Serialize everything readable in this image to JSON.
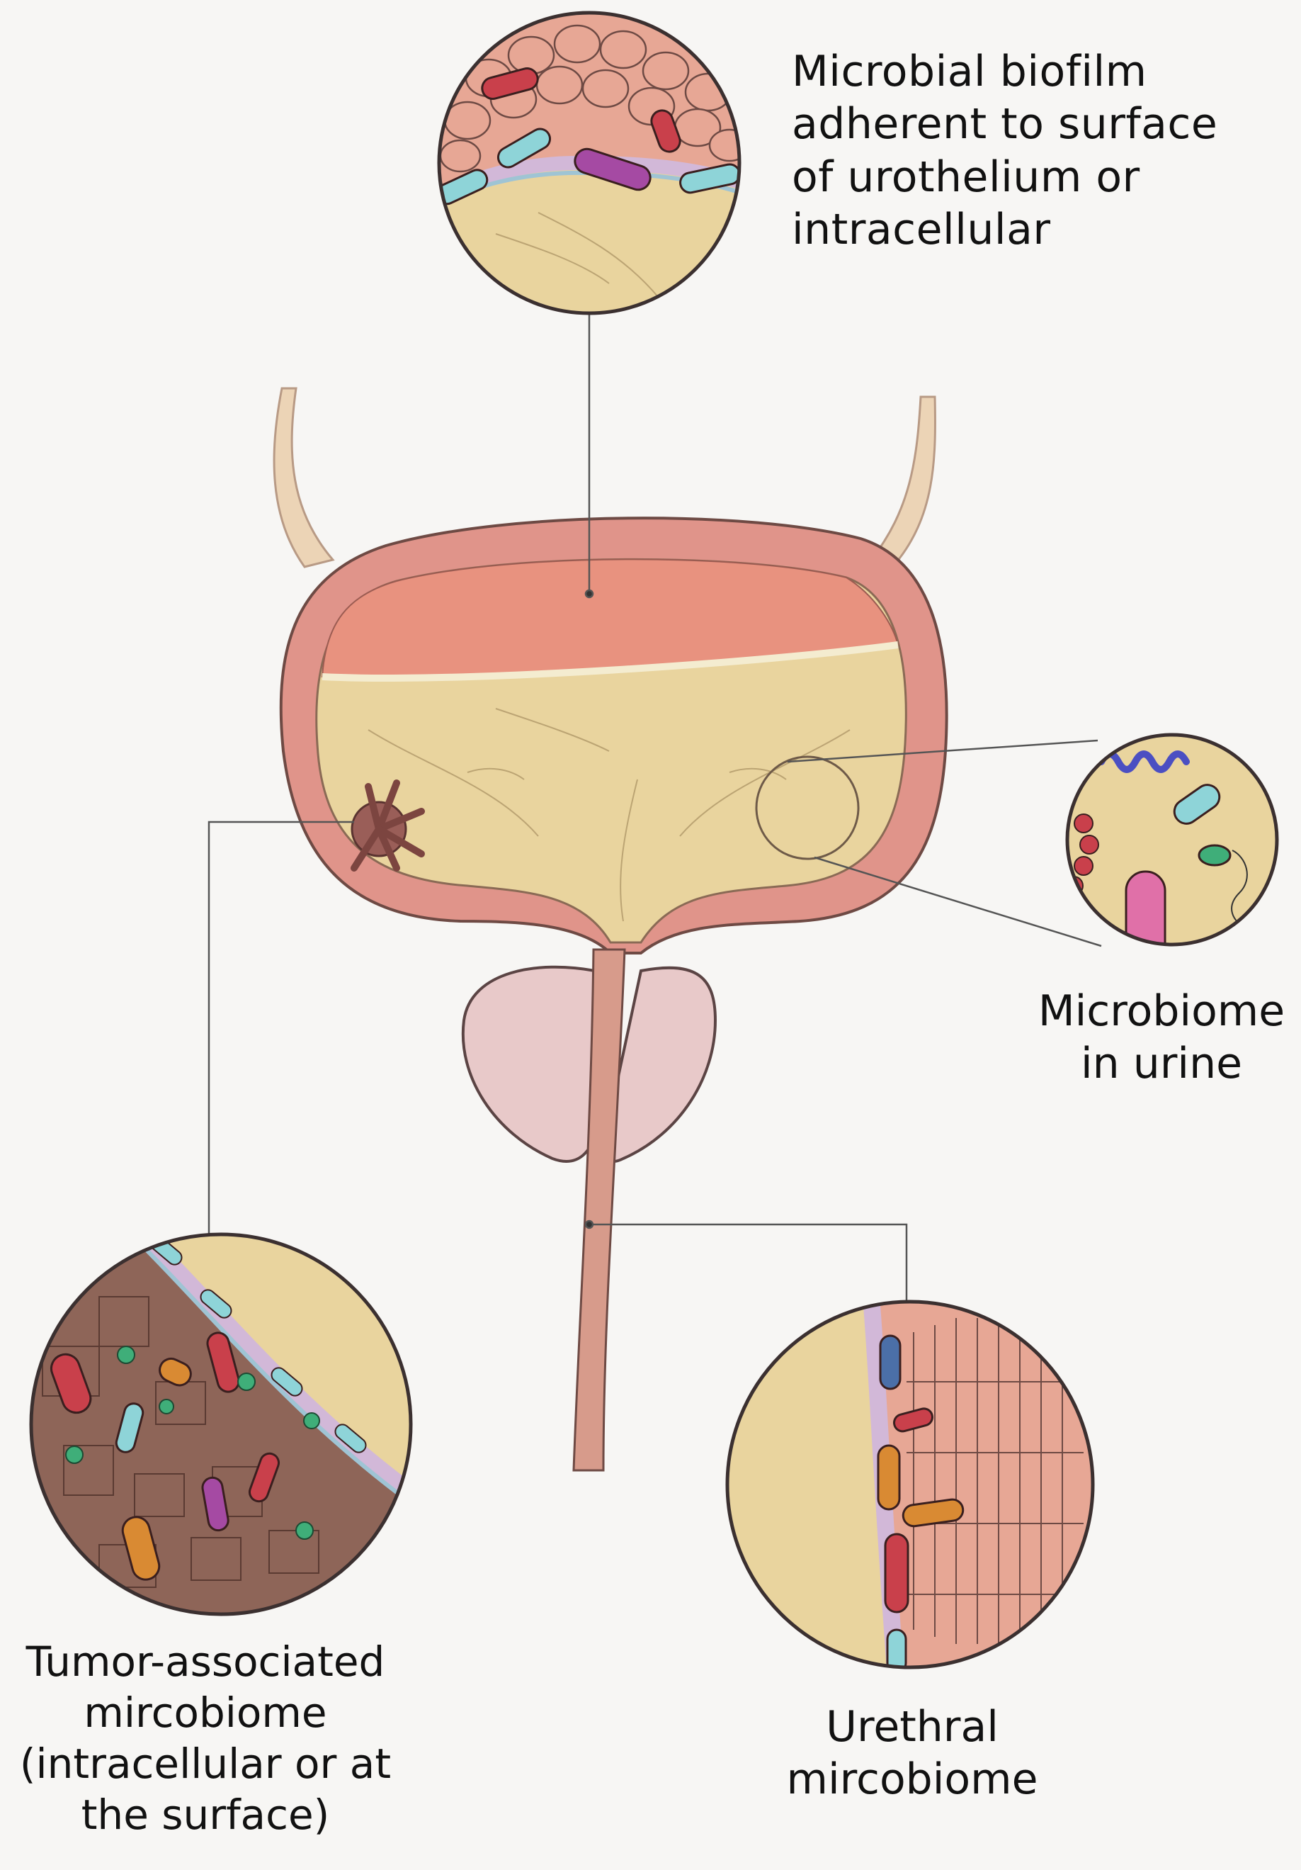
{
  "labels": {
    "biofilm": [
      "Microbial biofilm",
      "adherent to surface",
      "of urothelium or",
      "intracellular"
    ],
    "urine": [
      "Microbiome",
      "in urine"
    ],
    "tumor": [
      "Tumor-associated",
      "mircobiome",
      "(intracellular or at",
      "the surface)"
    ],
    "urethral": [
      "Urethral",
      "mircobiome"
    ]
  },
  "colors": {
    "background": "#f7f6f4",
    "bladder_wall": "#e0948a",
    "bladder_wall_dark": "#c76f66",
    "bladder_lumen_top": "#e8927f",
    "urine": "#e9d49e",
    "prostate": "#e8c9c9",
    "tissue_brown": "#8e6558",
    "urothelium_cells": "#e7a795",
    "membrane_blue": "#9fc4d4",
    "membrane_purple": "#d2b8d8",
    "bacteria_red": "#c9404b",
    "bacteria_cyan": "#8ed4d8",
    "bacteria_purple": "#a54aa3",
    "bacteria_green": "#3fae79",
    "bacteria_orange": "#d98a33",
    "bacteria_pink": "#e070a8",
    "spirochete_blue": "#4b4fc2",
    "leader_line": "#555555"
  }
}
